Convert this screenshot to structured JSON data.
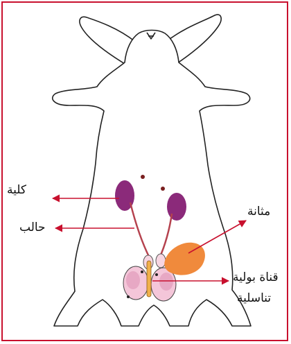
{
  "labels": {
    "kidney": "كلية",
    "ureter": "حالب",
    "bladder": "مثانة",
    "urogenital_line1": "قناة بولية",
    "urogenital_line2": "تناسلية"
  },
  "colors": {
    "frame": "#c8102e",
    "arrow": "#c8102e",
    "kidney": "#8b2a7a",
    "ureter": "#b5424e",
    "bladder": "#f08a3c",
    "testis": "#f4c6d9",
    "duct": "#f0b04a"
  }
}
